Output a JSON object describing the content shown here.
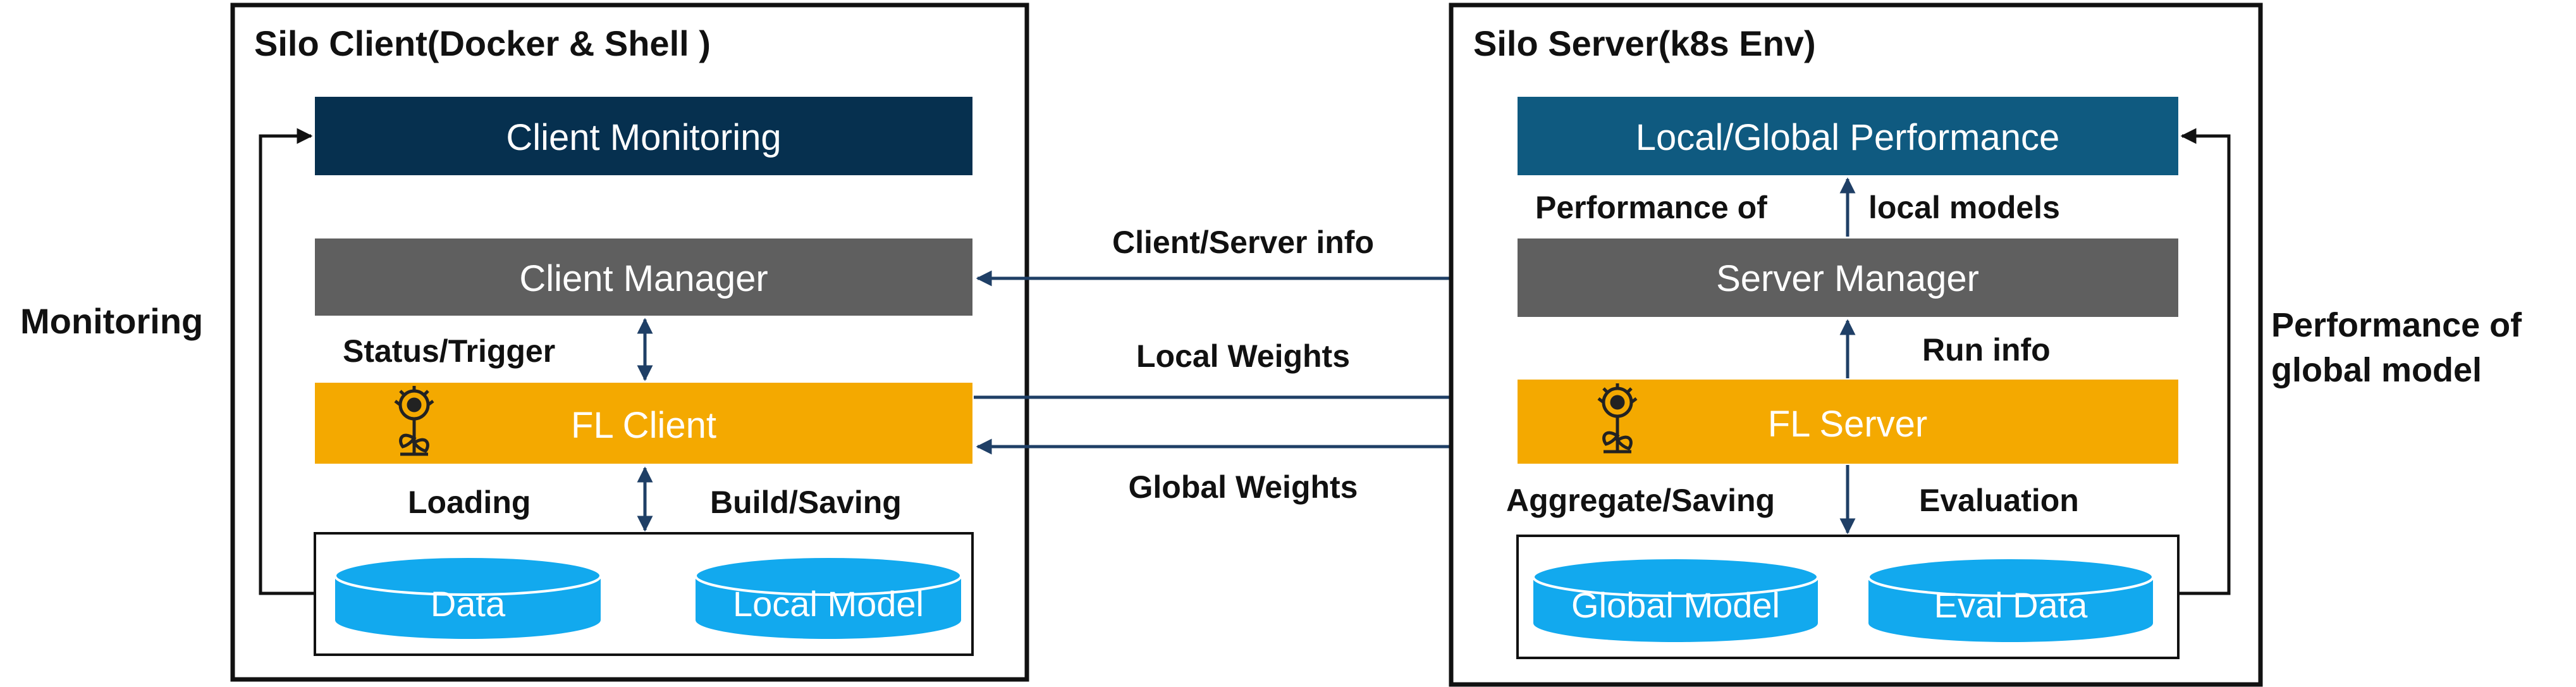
{
  "client": {
    "title": "Silo Client(Docker & Shell )",
    "monitoring_box": "Client Monitoring",
    "manager_box": "Client Manager",
    "fl_box": "FL Client",
    "data_db": "Data",
    "model_db": "Local Model",
    "status_label": "Status/Trigger",
    "loading_label": "Loading",
    "build_label": "Build/Saving",
    "monitoring_label": "Monitoring"
  },
  "server": {
    "title": "Silo Server(k8s Env)",
    "performance_box": "Local/Global Performance",
    "manager_box": "Server Manager",
    "fl_box": "FL Server",
    "global_db": "Global Model",
    "eval_db": "Eval Data",
    "perf_local_label_a": "Performance  of",
    "perf_local_label_b": "local models",
    "runinfo_label": "Run info",
    "aggregate_label": "Aggregate/Saving",
    "evaluation_label": "Evaluation",
    "perf_global_label_line1": "Performance of",
    "perf_global_label_line2": "global model"
  },
  "links": {
    "info_label": "Client/Server info",
    "local_weights_label": "Local Weights",
    "global_weights_label": "Global Weights"
  },
  "colors": {
    "client_monitoring": "#06304f",
    "manager": "#5f5f5f",
    "fl": "#f4a900",
    "performance": "#0f5a80",
    "database": "#12a9ee",
    "arrow": "#1f3f66"
  },
  "icons": {
    "client_fl_icon": "flower-icon",
    "server_fl_icon": "flower-icon"
  }
}
